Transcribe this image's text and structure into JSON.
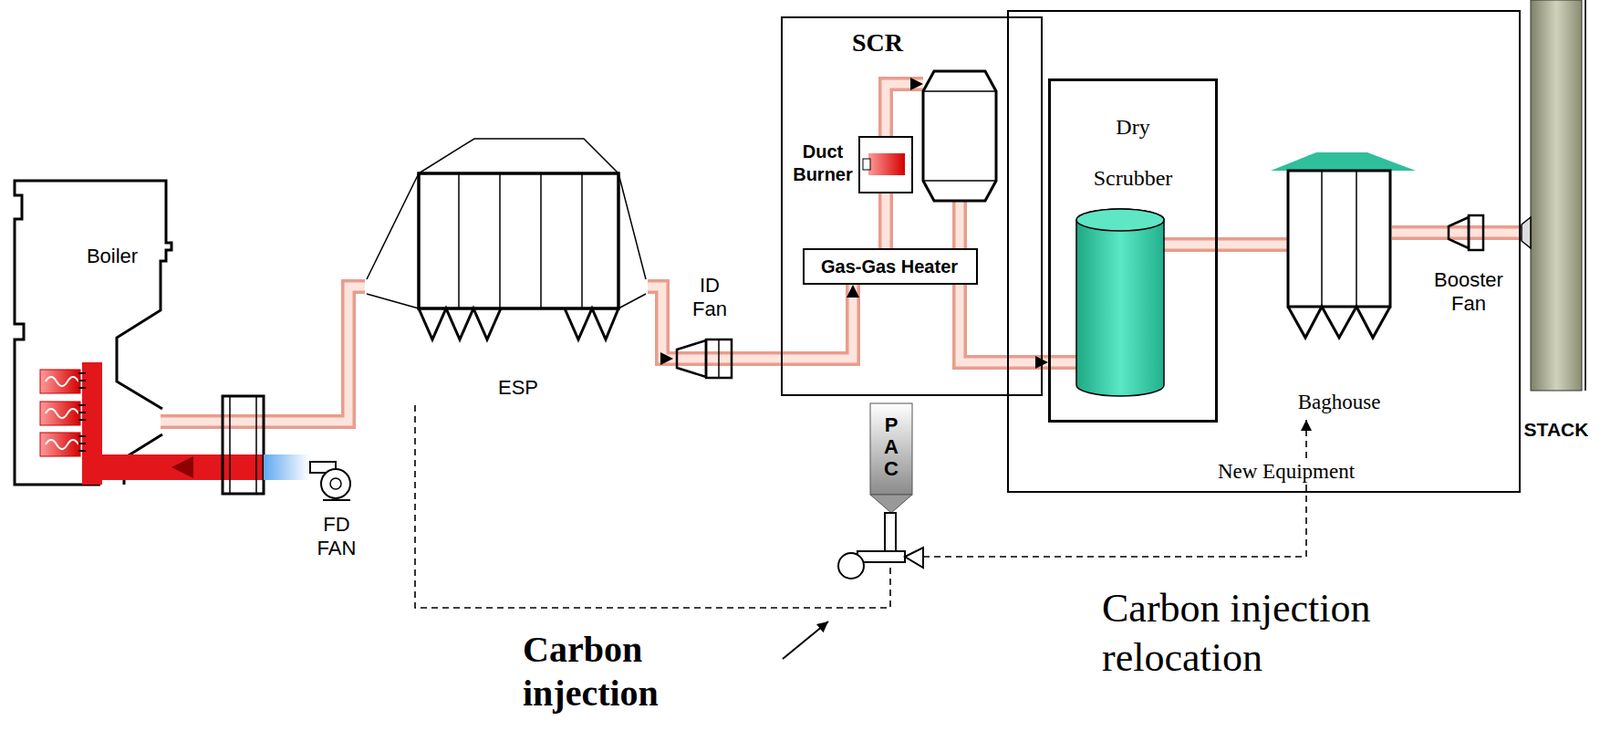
{
  "diagram": {
    "nodes": [
      {
        "text": [
          "Boiler"
        ]
      },
      {
        "text": [
          "ESP"
        ]
      },
      {
        "text": [
          "ID Fan"
        ]
      },
      {
        "text": [
          "SCR"
        ]
      },
      {
        "text": [
          "Duct Burner"
        ],
        "in": 3
      },
      {
        "text": [
          "Gas-Gas Heater"
        ],
        "in": 3
      },
      {
        "text": [
          "New Equipment"
        ]
      },
      {
        "text": [
          "Dry Scrubber"
        ],
        "in": 6
      },
      {
        "text": [
          "Baghouse"
        ],
        "in": 6
      },
      {
        "text": [
          "Booster Fan"
        ],
        "in": 6
      },
      {
        "text": [
          "STACK"
        ]
      },
      {
        "text": [
          "PAC"
        ]
      },
      {
        "text": [
          "FD FAN"
        ]
      }
    ],
    "edges": [
      {
        "from": 0,
        "to": 1,
        "arrow": "none"
      },
      {
        "from": 1,
        "to": 2,
        "arrow": "to"
      },
      {
        "from": 2,
        "to": 5,
        "arrow": "to"
      },
      {
        "from": 5,
        "to": 4,
        "arrow": "none"
      },
      {
        "from": 5,
        "to": 7,
        "arrow": "to"
      },
      {
        "from": 7,
        "to": 8,
        "arrow": "none"
      },
      {
        "from": 8,
        "to": 9,
        "arrow": "none"
      },
      {
        "from": 9,
        "to": 10,
        "arrow": "none"
      },
      {
        "from": 12,
        "to": 0,
        "arrow": "to"
      },
      {
        "from": 11,
        "to": 1,
        "arrow": "none"
      },
      {
        "from": 11,
        "to": 8,
        "arrow": "to"
      }
    ],
    "labels": [
      "Carbon injection",
      "Carbon injection relocation"
    ]
  }
}
